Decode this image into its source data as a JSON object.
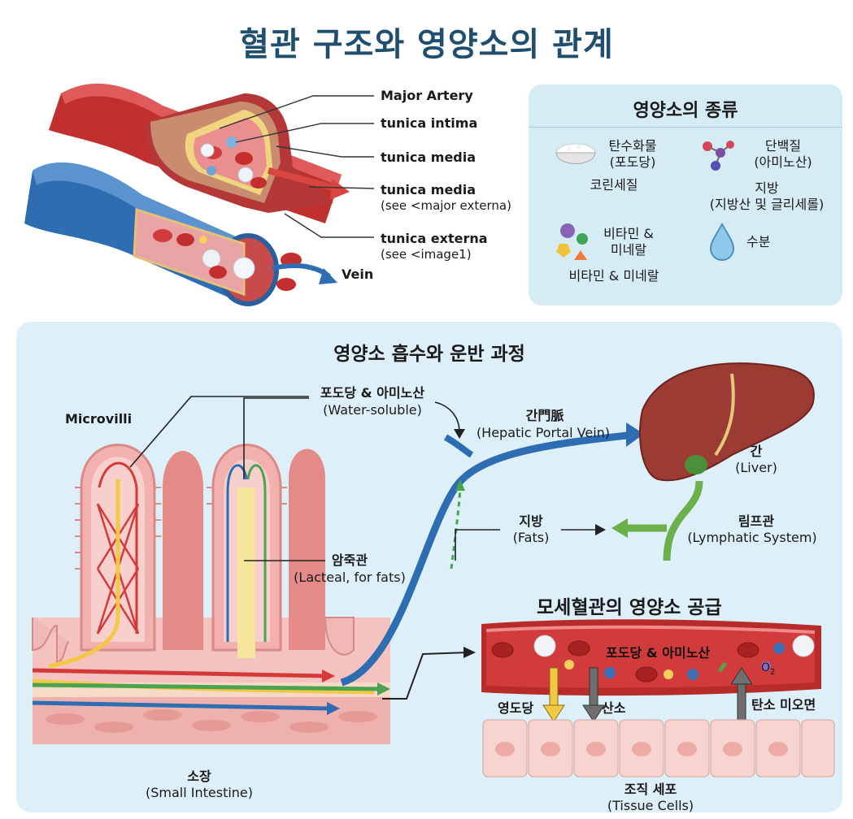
{
  "title": "혈관 구조와 영양소의 관계",
  "vessel": {
    "labels": {
      "major_artery": "Major Artery",
      "tunica_intima": "tunica intima",
      "tunica_media": "tunica media",
      "tunica_media2": "tunica media",
      "tunica_media2_note": "(see <major externa)",
      "tunica_externa": "tunica externa",
      "tunica_externa_note": "(see <image1)",
      "vein": "Vein"
    }
  },
  "nutrients": {
    "title": "영양소의 종류",
    "carb_line1": "탄수화물",
    "carb_line2": "(포도당)",
    "carb_caption": "코린세질",
    "protein_line1": "단백질",
    "protein_line2": "(아미노산)",
    "fat_line1": "지방",
    "fat_line2": "(지방산 및 글리세롤)",
    "vitamin_line1": "비타민 &",
    "vitamin_line2": "미네랄",
    "vitamin_caption": "비타민 & 미네랄",
    "water": "수분"
  },
  "absorption": {
    "title": "영양소 흡수와 운반 과정",
    "microvilli": "Microvilli",
    "glucose_amino": "포도당 & 아미노산",
    "water_soluble": "(Water-soluble)",
    "portal_kr": "간門脈",
    "portal_en": "(Hepatic Portal Vein)",
    "liver_kr": "간",
    "liver_en": "(Liver)",
    "fats_kr": "지방",
    "fats_en": "(Fats)",
    "lymph_kr": "림프관",
    "lymph_en": "(Lymphatic System)",
    "lacteal_kr": "암죽관",
    "lacteal_en": "(Lacteal, for fats)",
    "intestine_kr": "소장",
    "intestine_en": "(Small Intestine)"
  },
  "capillary": {
    "title": "모세혈관의 영양소 공급",
    "nutrients_label": "포도당 & 아미노산",
    "o2_label": "O",
    "o2_sub": "2",
    "glucose_out": "영도당",
    "oxygen_out": "산소",
    "co2_in": "탄소 미오면",
    "tissue_kr": "조직 세포",
    "tissue_en": "(Tissue Cells)"
  }
}
